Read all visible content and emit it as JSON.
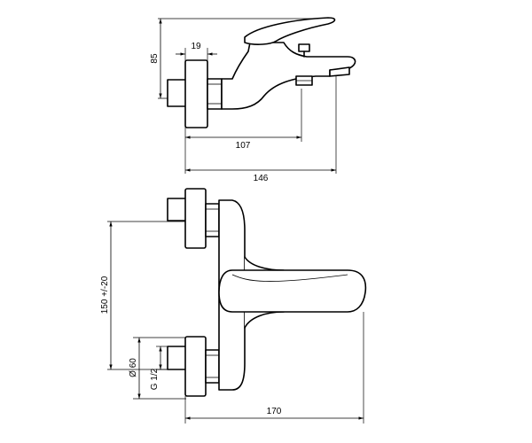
{
  "drawing": {
    "dimensions": {
      "height_spout": "85",
      "wall_plate_depth": "19",
      "diverter_offset": "107",
      "spout_projection": "146",
      "center_distance": "150 +/-20",
      "plate_diameter": "Ø 60",
      "thread": "G 1/2",
      "total_projection": "170"
    }
  }
}
